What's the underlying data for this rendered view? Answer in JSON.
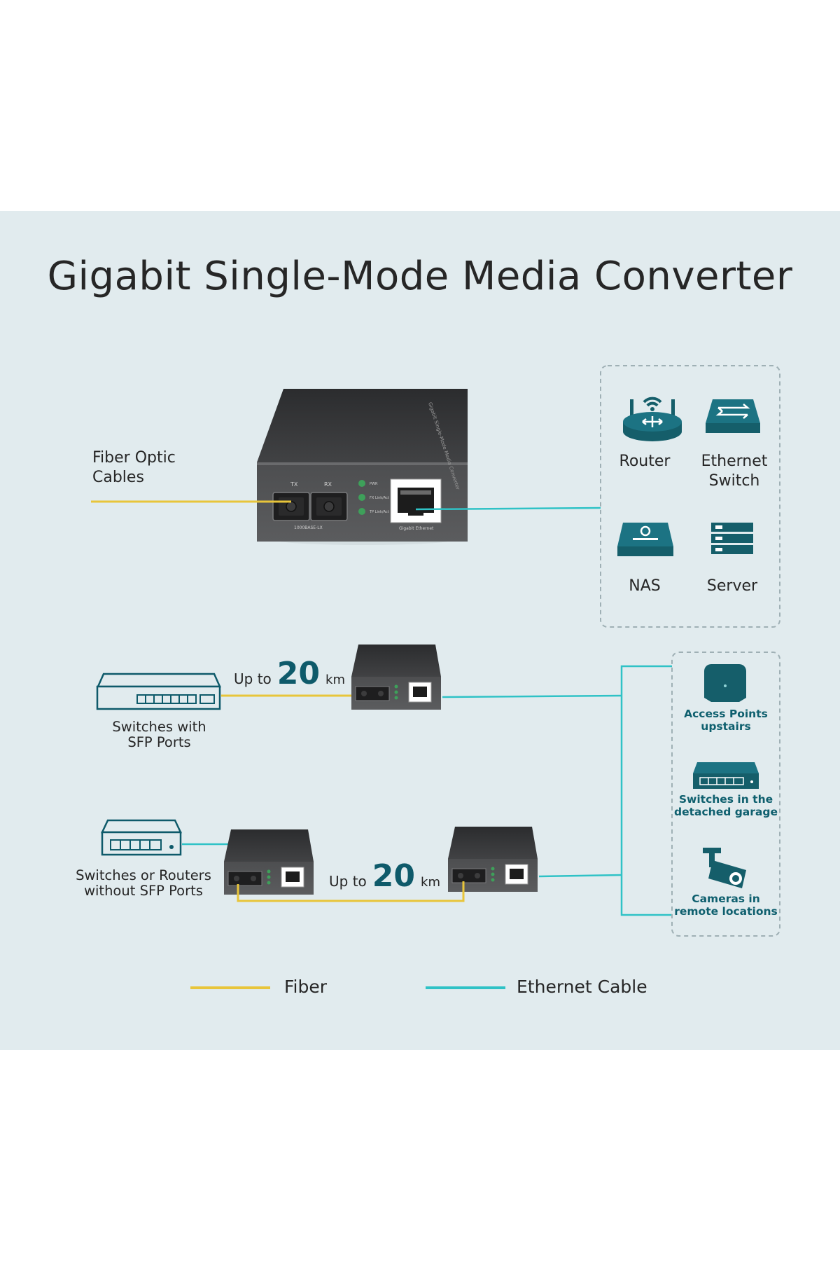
{
  "title": "Gigabit Single-Mode Media Converter",
  "colors": {
    "panel_bg": "#e1ebee",
    "fiber": "#e8c53a",
    "ethernet": "#2fc2c6",
    "icon_teal": "#155e6a",
    "device_dark": "#3d3e40"
  },
  "top_section": {
    "fiber_label_line1": "Fiber Optic",
    "fiber_label_line2": "Cables",
    "device": {
      "port_tx": "TX",
      "port_rx": "RX",
      "led_pwr": "PWR",
      "led_fx": "FX Link/Act",
      "led_tp": "TP Link/Act",
      "fiber_port_label": "1000BASE-LX",
      "rj45_label": "Gigabit Ethernet",
      "side_text": "Gigabit Single-Mode Media Converter"
    },
    "endpoints": [
      {
        "icon": "router-icon",
        "label_line1": "Router",
        "label_line2": ""
      },
      {
        "icon": "ethernet-switch-icon",
        "label_line1": "Ethernet",
        "label_line2": "Switch"
      },
      {
        "icon": "nas-icon",
        "label_line1": "NAS",
        "label_line2": ""
      },
      {
        "icon": "server-icon",
        "label_line1": "Server",
        "label_line2": ""
      }
    ]
  },
  "scenario_1": {
    "source_label_line1": "Switches with",
    "source_label_line2": "SFP Ports",
    "distance_prefix": "Up to",
    "distance_value": "20",
    "distance_unit": "km"
  },
  "scenario_2": {
    "source_label_line1": "Switches or Routers",
    "source_label_line2": "without SFP Ports",
    "distance_prefix": "Up to",
    "distance_value": "20",
    "distance_unit": "km"
  },
  "remote_endpoints": [
    {
      "icon": "access-point-icon",
      "label_line1": "Access Points",
      "label_line2": "upstairs"
    },
    {
      "icon": "switch-icon",
      "label_line1": "Switches in the",
      "label_line2": "detached garage"
    },
    {
      "icon": "camera-icon",
      "label_line1": "Cameras in",
      "label_line2": "remote locations"
    }
  ],
  "legend": {
    "fiber": "Fiber",
    "ethernet": "Ethernet Cable"
  }
}
